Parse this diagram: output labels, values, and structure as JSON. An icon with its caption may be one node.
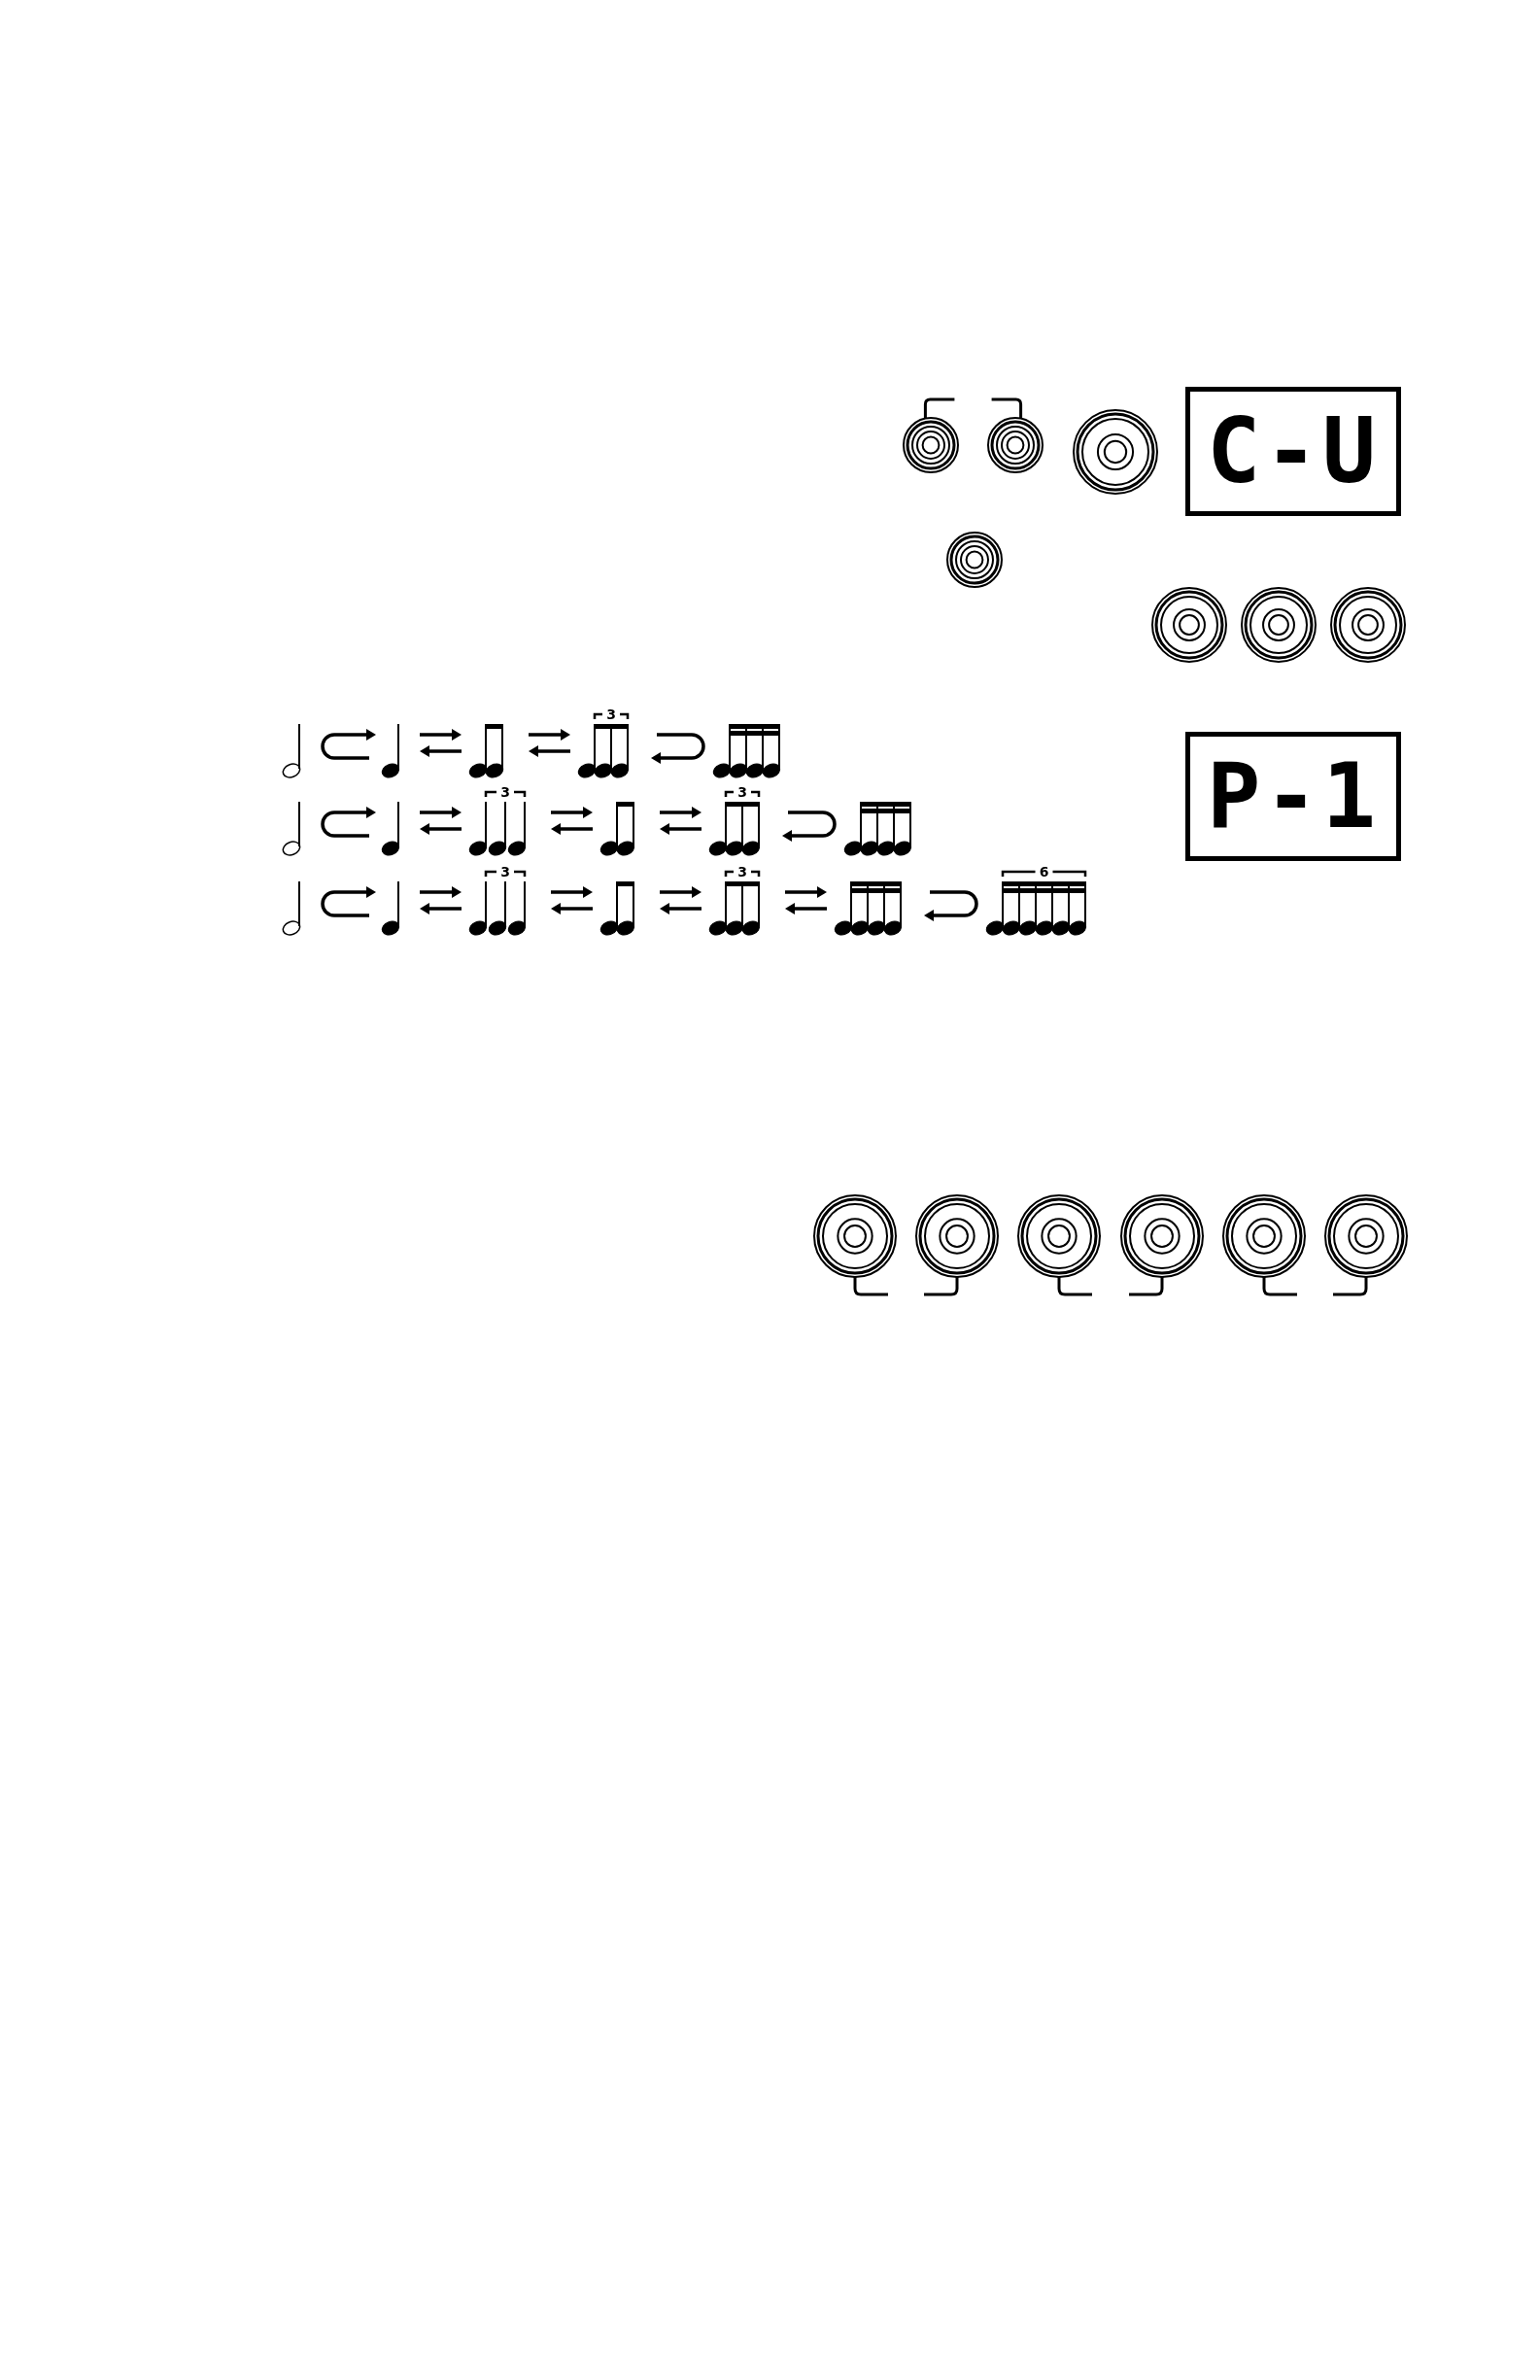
{
  "diagram": {
    "nodes": [
      {
        "text": [
          "C-U"
        ]
      },
      {
        "text": [
          "P-1"
        ]
      }
    ],
    "labels": [
      "3",
      "3",
      "3",
      "3",
      "3",
      "6"
    ]
  }
}
